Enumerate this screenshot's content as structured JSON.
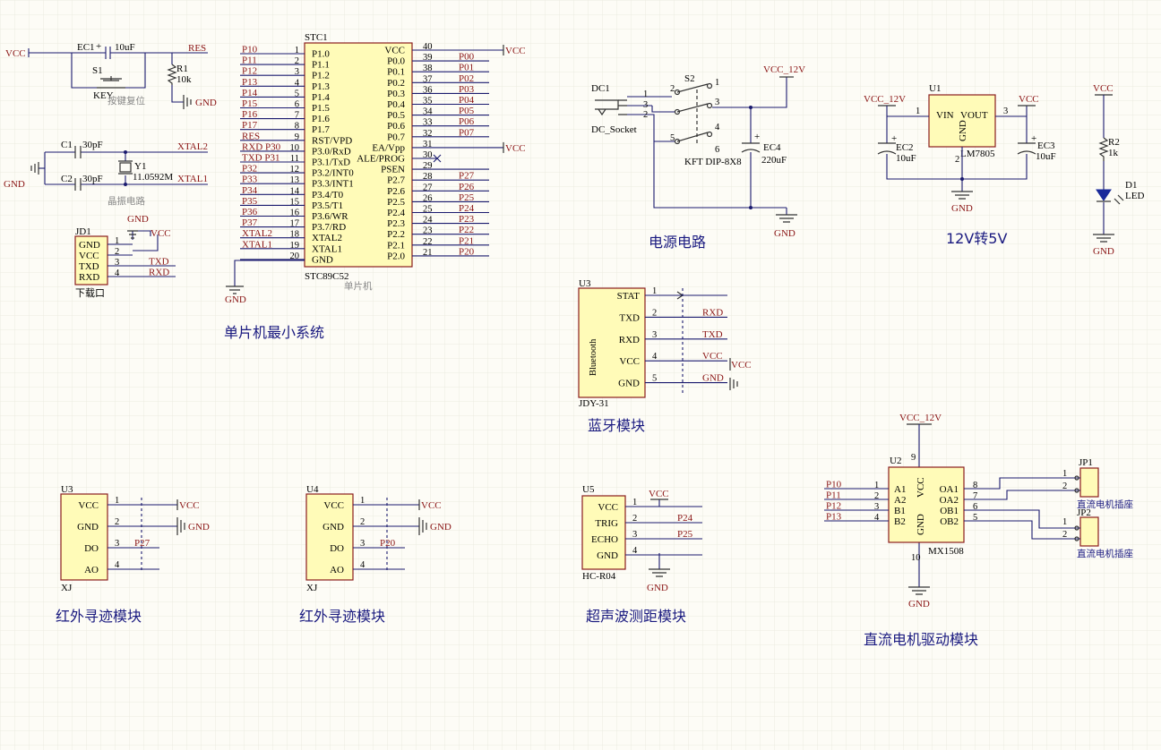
{
  "stc": {
    "designator": "STC1",
    "part": "STC89C52",
    "caption": "单片机",
    "left_pins": [
      {
        "num": "1",
        "name": "P1.0",
        "net": "P10"
      },
      {
        "num": "2",
        "name": "P1.1",
        "net": "P11"
      },
      {
        "num": "3",
        "name": "P1.2",
        "net": "P12"
      },
      {
        "num": "4",
        "name": "P1.3",
        "net": "P13"
      },
      {
        "num": "5",
        "name": "P1.4",
        "net": "P14"
      },
      {
        "num": "6",
        "name": "P1.5",
        "net": "P15"
      },
      {
        "num": "7",
        "name": "P1.6",
        "net": "P16"
      },
      {
        "num": "8",
        "name": "P1.7",
        "net": "P17"
      },
      {
        "num": "9",
        "name": "RST/VPD",
        "net": "RES"
      },
      {
        "num": "10",
        "name": "P3.0/RxD",
        "net": "RXD P30"
      },
      {
        "num": "11",
        "name": "P3.1/TxD",
        "net": "TXD P31"
      },
      {
        "num": "12",
        "name": "P3.2/INT0",
        "net": "P32"
      },
      {
        "num": "13",
        "name": "P3.3/INT1",
        "net": "P33"
      },
      {
        "num": "14",
        "name": "P3.4/T0",
        "net": "P34"
      },
      {
        "num": "15",
        "name": "P3.5/T1",
        "net": "P35"
      },
      {
        "num": "16",
        "name": "P3.6/WR",
        "net": "P36"
      },
      {
        "num": "17",
        "name": "P3.7/RD",
        "net": "P37"
      },
      {
        "num": "18",
        "name": "XTAL2",
        "net": "XTAL2"
      },
      {
        "num": "19",
        "name": "XTAL1",
        "net": "XTAL1"
      },
      {
        "num": "20",
        "name": "GND",
        "net": ""
      }
    ],
    "right_pins": [
      {
        "num": "40",
        "name": "VCC",
        "net": "VCC"
      },
      {
        "num": "39",
        "name": "P0.0",
        "net": "P00"
      },
      {
        "num": "38",
        "name": "P0.1",
        "net": "P01"
      },
      {
        "num": "37",
        "name": "P0.2",
        "net": "P02"
      },
      {
        "num": "36",
        "name": "P0.3",
        "net": "P03"
      },
      {
        "num": "35",
        "name": "P0.4",
        "net": "P04"
      },
      {
        "num": "34",
        "name": "P0.5",
        "net": "P05"
      },
      {
        "num": "33",
        "name": "P0.6",
        "net": "P06"
      },
      {
        "num": "32",
        "name": "P0.7",
        "net": "P07"
      },
      {
        "num": "31",
        "name": "EA/Vpp",
        "net": "VCC"
      },
      {
        "num": "30",
        "name": "ALE/PROG",
        "net": ""
      },
      {
        "num": "29",
        "name": "PSEN",
        "net": ""
      },
      {
        "num": "28",
        "name": "P2.7",
        "net": "P27"
      },
      {
        "num": "27",
        "name": "P2.6",
        "net": "P26"
      },
      {
        "num": "26",
        "name": "P2.5",
        "net": "P25"
      },
      {
        "num": "25",
        "name": "P2.4",
        "net": "P24"
      },
      {
        "num": "24",
        "name": "P2.3",
        "net": "P23"
      },
      {
        "num": "23",
        "name": "P2.2",
        "net": "P22"
      },
      {
        "num": "22",
        "name": "P2.1",
        "net": "P21"
      },
      {
        "num": "21",
        "name": "P2.0",
        "net": "P20"
      }
    ],
    "gnd": "GND"
  },
  "reset": {
    "vcc": "VCC",
    "ec1": "EC1",
    "ec1_plus": "+",
    "ec1_value": "10uF",
    "res_net": "RES",
    "s1": "S1",
    "key": "KEY",
    "r1": "R1",
    "r1_value": "10k",
    "gnd": "GND",
    "caption": "按键复位"
  },
  "crystal": {
    "c1": "C1",
    "c1_value": "30pF",
    "c2": "C2",
    "c2_value": "30pF",
    "y1": "Y1",
    "y1_value": "11.0592M",
    "xtal2": "XTAL2",
    "xtal1": "XTAL1",
    "gnd": "GND",
    "caption": "晶振电路"
  },
  "jd1": {
    "designator": "JD1",
    "caption": "下载口",
    "gnd_net": "GND",
    "vcc_net": "VCC",
    "pins": [
      {
        "num": "1",
        "name": "GND",
        "net": ""
      },
      {
        "num": "2",
        "name": "VCC",
        "net": ""
      },
      {
        "num": "3",
        "name": "TXD",
        "net": "TXD"
      },
      {
        "num": "4",
        "name": "RXD",
        "net": "RXD"
      }
    ]
  },
  "section_labels": {
    "mcu": "单片机最小系统",
    "power": "电源电路",
    "reg": "12V转5V",
    "bt": "蓝牙模块",
    "ir1": "红外寻迹模块",
    "ir2": "红外寻迹模块",
    "us": "超声波测距模块",
    "motor": "直流电机驱动模块"
  },
  "power": {
    "dc1": "DC1",
    "dc_socket": "DC_Socket",
    "s2": "S2",
    "switch_part": "KFT DIP-8X8",
    "vcc12": "VCC_12V",
    "ec4": "EC4",
    "ec4_plus": "+",
    "ec4_value": "220uF",
    "gnd": "GND",
    "dc_pins": [
      "1",
      "3",
      "2"
    ],
    "s2_pins": [
      "2",
      "1",
      "3",
      "4",
      "5",
      "6"
    ]
  },
  "reg": {
    "vcc12": "VCC_12V",
    "u1": "U1",
    "vin": "VIN",
    "vout": "VOUT",
    "gnd_pin": "GND",
    "part": "LM7805",
    "vcc": "VCC",
    "ec2": "EC2",
    "ec2_value": "10uF",
    "ec3": "EC3",
    "ec3_value": "10uF",
    "gnd": "GND",
    "pins": [
      "1",
      "3",
      "2"
    ],
    "plus": "+"
  },
  "led": {
    "vcc": "VCC",
    "r2": "R2",
    "r2_value": "1k",
    "d1": "D1",
    "d1_part": "LED",
    "gnd": "GND"
  },
  "bt": {
    "designator": "U3",
    "part": "JDY-31",
    "caption": "Bluetooth",
    "pins": [
      {
        "num": "1",
        "name": "STAT",
        "net": ""
      },
      {
        "num": "2",
        "name": "TXD",
        "net": "RXD"
      },
      {
        "num": "3",
        "name": "RXD",
        "net": "TXD"
      },
      {
        "num": "4",
        "name": "VCC",
        "net": "VCC"
      },
      {
        "num": "5",
        "name": "GND",
        "net": "GND"
      }
    ]
  },
  "ir1": {
    "designator": "U3",
    "part": "XJ",
    "vcc": "VCC",
    "gnd": "GND",
    "pins": [
      {
        "num": "1",
        "name": "VCC",
        "net": ""
      },
      {
        "num": "2",
        "name": "GND",
        "net": ""
      },
      {
        "num": "3",
        "name": "DO",
        "net": "P27"
      },
      {
        "num": "4",
        "name": "AO",
        "net": ""
      }
    ]
  },
  "ir2": {
    "designator": "U4",
    "part": "XJ",
    "vcc": "VCC",
    "gnd": "GND",
    "pins": [
      {
        "num": "1",
        "name": "VCC",
        "net": ""
      },
      {
        "num": "2",
        "name": "GND",
        "net": ""
      },
      {
        "num": "3",
        "name": "DO",
        "net": "P20"
      },
      {
        "num": "4",
        "name": "AO",
        "net": ""
      }
    ]
  },
  "us": {
    "designator": "U5",
    "part": "HC-R04",
    "vcc": "VCC",
    "gnd": "GND",
    "pins": [
      {
        "num": "1",
        "name": "VCC",
        "net": ""
      },
      {
        "num": "2",
        "name": "TRIG",
        "net": "P24"
      },
      {
        "num": "3",
        "name": "ECHO",
        "net": "P25"
      },
      {
        "num": "4",
        "name": "GND",
        "net": ""
      }
    ]
  },
  "motor": {
    "designator": "U2",
    "part": "MX1508",
    "vcc12": "VCC_12V",
    "vcc_pin": "VCC",
    "gnd_pin": "GND",
    "gnd": "GND",
    "vcc_num": "9",
    "gnd_num": "10",
    "in_pins": [
      {
        "num": "1",
        "name": "A1",
        "net": "P10"
      },
      {
        "num": "2",
        "name": "A2",
        "net": "P11"
      },
      {
        "num": "3",
        "name": "B1",
        "net": "P12"
      },
      {
        "num": "4",
        "name": "B2",
        "net": "P13"
      }
    ],
    "out_pins": [
      {
        "num": "8",
        "name": "OA1"
      },
      {
        "num": "7",
        "name": "OA2"
      },
      {
        "num": "6",
        "name": "OB1"
      },
      {
        "num": "5",
        "name": "OB2"
      }
    ],
    "jp1": "JP1",
    "jp2": "JP2",
    "jp_caption": "直流电机插座",
    "jp_pins": [
      "1",
      "2"
    ]
  }
}
